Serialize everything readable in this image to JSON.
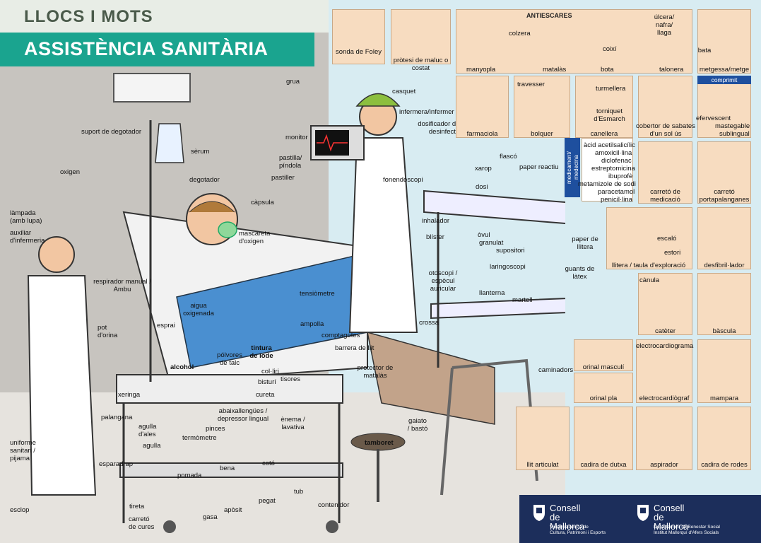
{
  "header": {
    "series": "LLOCS I MOTS",
    "title": "ASSISTÈNCIA SANITÀRIA"
  },
  "scene_labels": [
    "grua",
    "casquet",
    "infermera/infermer",
    "suport de degotador",
    "sèrum",
    "oxigen",
    "degotador",
    "monitor",
    "dosificador de sabó desinfectant",
    "pastilla/ píndola",
    "pastiller",
    "fonendoscopi",
    "xarop",
    "flascó",
    "paper reactiu",
    "dosi",
    "càpsula",
    "làmpada (amb lupa)",
    "auxiliar d'infermeria",
    "mascareta d'oxigen",
    "inhalador",
    "blíster",
    "òvul",
    "granulat",
    "supositori",
    "respirador manual / Ambu",
    "tensiòmetre",
    "laringoscopi",
    "otoscopi / espècul auricular",
    "guants de làtex",
    "llanterna",
    "martell",
    "aigua oxigenada",
    "esprai",
    "pot d'orina",
    "ampolla",
    "comptagotes",
    "tintura de iode",
    "crossa",
    "barrera de llit",
    "alcohol",
    "pólvores de talc",
    "col·liri",
    "protector de matalàs",
    "bisturí",
    "tisores",
    "cureta",
    "xeringa",
    "agulla d'ales",
    "agulla",
    "abaixallengües / depressor lingual",
    "palangana",
    "pinces",
    "termòmetre",
    "ènema / lavativa",
    "gaiato / bastó",
    "tamboret",
    "caminadors",
    "uniforme sanitari / pijama",
    "esparadrap",
    "pomada",
    "bena",
    "cotó",
    "tub",
    "contenidor",
    "tireta",
    "apòsit",
    "pegat",
    "gasa",
    "carretó de cures",
    "esclop"
  ],
  "tiles": [
    "sonda de Foley",
    "pròtesi de maluc o costat",
    "manyopla",
    "matalàs",
    "bota",
    "talonera",
    "metgessa/metge",
    "farmaciola",
    "bolquer",
    "canellera",
    "cobertor de sabates d'un sol ús",
    "efervescent",
    "mastegable",
    "sublingual",
    "carretó de medicació",
    "carretó portapalanganes",
    "llitera / taula d'exploració",
    "desfibril·lador",
    "catèter",
    "bàscula",
    "orinal masculí",
    "orinal pla",
    "electrocardiògraf",
    "mampara",
    "llit articulat",
    "cadira de dutxa",
    "aspirador",
    "cadira de rodes"
  ],
  "inner_labels": [
    "ANTIESCARES",
    "colzera",
    "coixí",
    "úlcera/ nafra/ llaga",
    "bata",
    "travesser",
    "turmellera",
    "torniquet d'Esmarch",
    "comprimit",
    "cànula",
    "electrocardiograma",
    "paper de llitera",
    "escaló",
    "estori"
  ],
  "medicine": {
    "tag": "medicament/ medecina",
    "list": [
      "àcid acetilsalicílic",
      "amoxicil·lina",
      "diclofenac",
      "estreptomicina",
      "ibuprofè",
      "metamizole de sodi",
      "paracetamol",
      "penicil·lina"
    ]
  },
  "logos": {
    "left": {
      "name": "Consell de Mallorca",
      "sub": [
        "Vicepresidència de",
        "Cultura, Patrimoni i Esports"
      ]
    },
    "right": {
      "name": "Consell de Mallorca",
      "sub": [
        "Departament de Benestar Social",
        "Institut Mallorquí d'Afers Socials"
      ]
    }
  },
  "colors": {
    "teal": "#1aa48f",
    "tile": "#f7dcc0",
    "panel": "#1c2e5b",
    "blue": "#1e4f9e",
    "wall": "#c7c4bf",
    "sky": "#d8ecf2"
  }
}
